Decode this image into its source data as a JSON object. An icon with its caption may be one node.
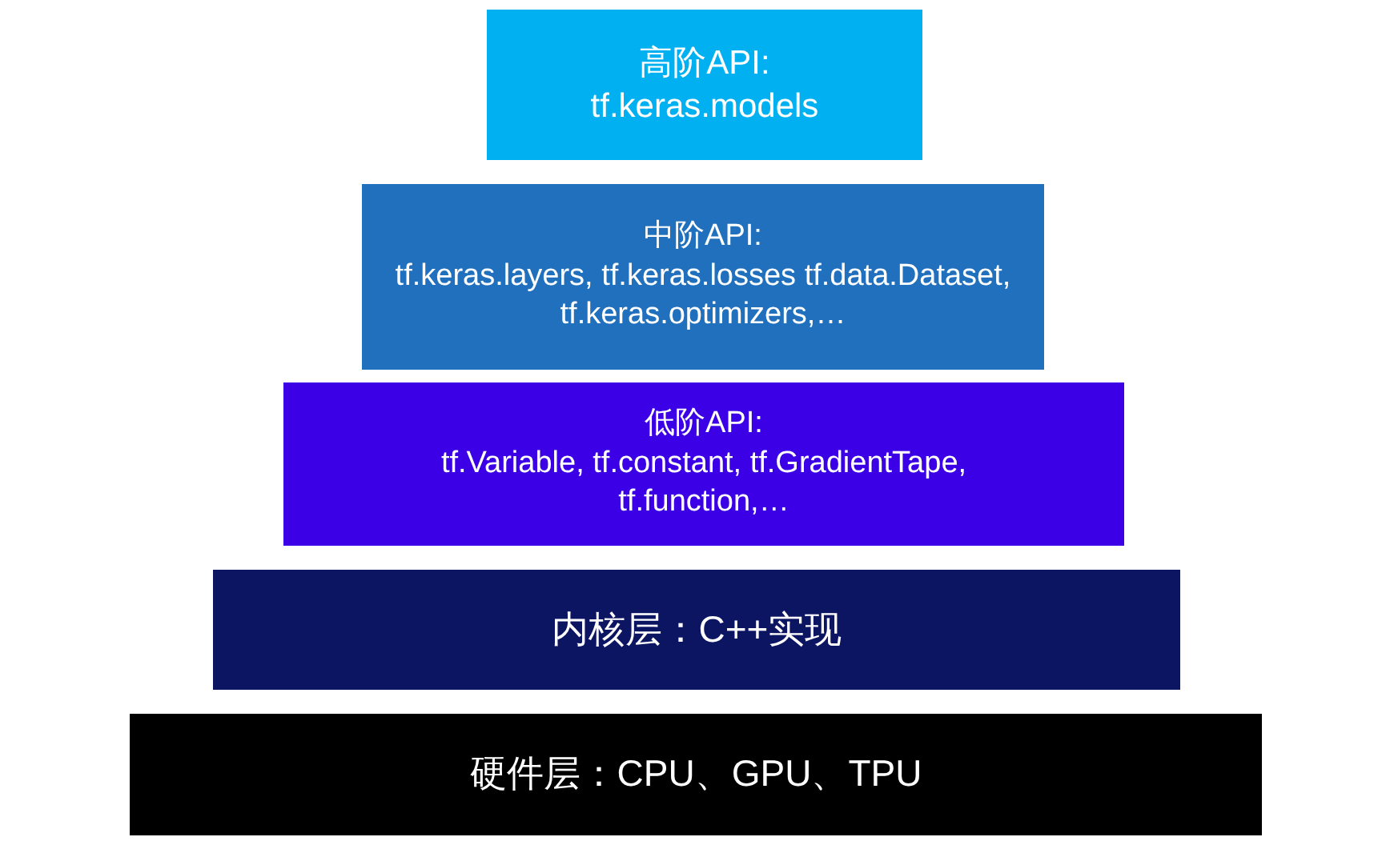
{
  "diagram": {
    "nodes": [
      {
        "text": [
          "高阶API:",
          "tf.keras.models"
        ]
      },
      {
        "text": [
          "中阶API:",
          "tf.keras.layers, tf.keras.losses tf.data.Dataset, tf.keras.optimizers,…"
        ]
      },
      {
        "text": [
          "低阶API:",
          "tf.Variable, tf.constant, tf.GradientTape, tf.function,…"
        ]
      },
      {
        "text": [
          "内核层：C++实现"
        ]
      },
      {
        "text": [
          "硬件层：CPU、GPU、TPU"
        ]
      }
    ]
  }
}
